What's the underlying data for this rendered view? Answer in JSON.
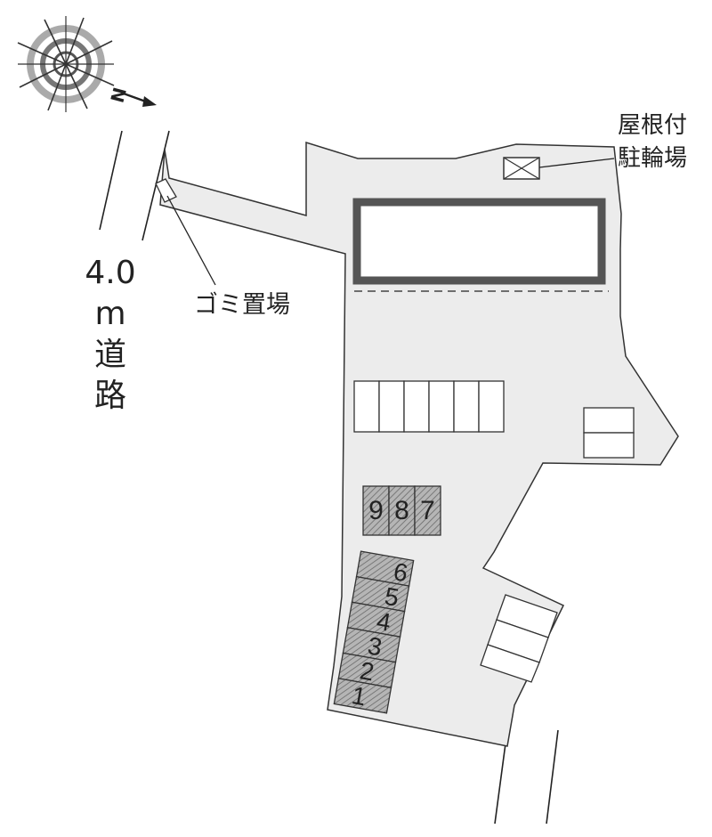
{
  "compass": {
    "north_label": "N"
  },
  "road": {
    "width_label": "4.0",
    "unit": "m",
    "char1": "道",
    "char2": "路"
  },
  "labels": {
    "garbage_area": "ゴミ置場",
    "bike_parking_line1": "屋根付",
    "bike_parking_line2": "駐輪場"
  },
  "parking_spaces": [
    {
      "number": "9"
    },
    {
      "number": "8"
    },
    {
      "number": "7"
    },
    {
      "number": "6"
    },
    {
      "number": "5"
    },
    {
      "number": "4"
    },
    {
      "number": "3"
    },
    {
      "number": "2"
    },
    {
      "number": "1"
    }
  ],
  "colors": {
    "lot_fill": "#ececec",
    "outline": "#333333",
    "building": "#555555",
    "hatch": "#8a8a8a"
  }
}
